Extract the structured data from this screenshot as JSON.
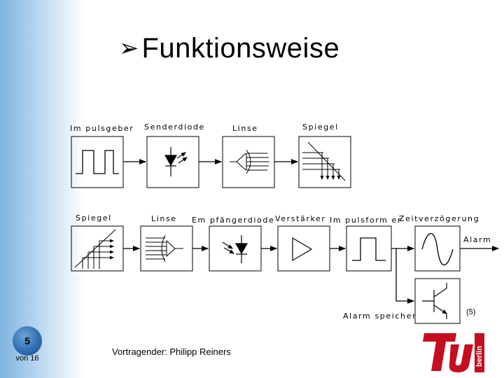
{
  "slide": {
    "title": "Funktionsweise",
    "title_bullet": "arrow-bullet-icon",
    "number": "5",
    "of_total": "von 16",
    "presenter": "Vortragender: Philipp Reiners",
    "page_ref": "(5)"
  },
  "diagram": {
    "row1": [
      {
        "label": "Im pulsgeber",
        "icon": "square-wave-icon"
      },
      {
        "label": "Senderdiode",
        "icon": "led-emitter-icon"
      },
      {
        "label": "Linse",
        "icon": "lens-icon"
      },
      {
        "label": "Spiegel",
        "icon": "mirror-reflect-icon"
      }
    ],
    "row2": [
      {
        "label": "Spiegel",
        "icon": "mirror-reflect-icon"
      },
      {
        "label": "Linse",
        "icon": "lens-icon"
      },
      {
        "label": "Em pfängerdiode",
        "icon": "photodiode-icon"
      },
      {
        "label": "Verstärker",
        "icon": "amplifier-icon"
      },
      {
        "label": "Im pulsform er",
        "icon": "pulse-icon"
      },
      {
        "label": "Zeitverzögerung",
        "icon": "sine-wave-icon"
      }
    ],
    "alarm_label": "Alarm",
    "memory": {
      "label": "Alarm speicher",
      "icon": "transistor-icon"
    }
  },
  "logo": {
    "text": "berlin",
    "icon": "tu-berlin-logo-icon"
  }
}
